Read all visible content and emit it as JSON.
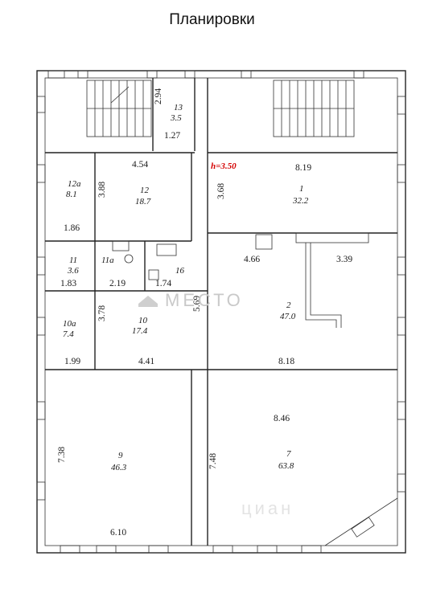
{
  "title": "Планировки",
  "ceiling_height": "h=3.50",
  "ceiling_color": "#d40000",
  "watermarks": {
    "mesto": "МЕСТО",
    "cian": "циан"
  },
  "rooms": [
    {
      "id": "1",
      "number": "1",
      "area": "32.2"
    },
    {
      "id": "2",
      "number": "2",
      "area": "47.0"
    },
    {
      "id": "7",
      "number": "7",
      "area": "63.8"
    },
    {
      "id": "9",
      "number": "9",
      "area": "46.3"
    },
    {
      "id": "10",
      "number": "10",
      "area": "17.4"
    },
    {
      "id": "10a",
      "number": "10a",
      "area": "7.4"
    },
    {
      "id": "11",
      "number": "11",
      "area": "3.6"
    },
    {
      "id": "11a",
      "number": "11a",
      "area": ""
    },
    {
      "id": "12",
      "number": "12",
      "area": "18.7"
    },
    {
      "id": "12a",
      "number": "12a",
      "area": "8.1"
    },
    {
      "id": "13",
      "number": "13",
      "area": "3.5"
    },
    {
      "id": "16",
      "number": "16",
      "area": ""
    }
  ],
  "dimensions": [
    "2.94",
    "1.27",
    "4.54",
    "3.88",
    "8.19",
    "3.68",
    "1.86",
    "4.66",
    "3.39",
    "1.83",
    "2.19",
    "1.74",
    "5.69",
    "3.78",
    "1.99",
    "4.41",
    "8.18",
    "8.46",
    "7.38",
    "7.48",
    "6.10"
  ]
}
